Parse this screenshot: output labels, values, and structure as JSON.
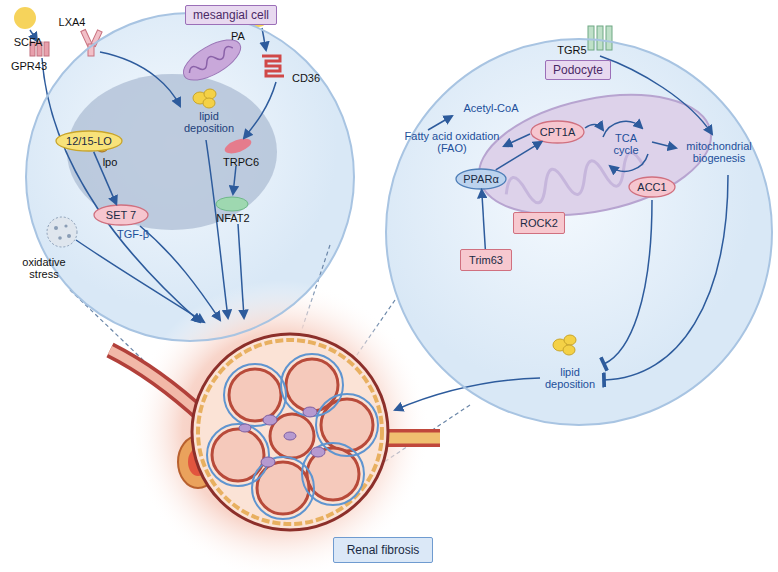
{
  "diagram": {
    "nodes": [
      {
        "text": [
          "mesangial cell"
        ]
      },
      {
        "text": [
          "12/15-LO"
        ],
        "in": 0
      },
      {
        "text": [
          "SET 7"
        ],
        "in": 0
      },
      {
        "text": [
          "Podocyte"
        ]
      },
      {
        "text": [
          "CPT1A"
        ],
        "in": 3
      },
      {
        "text": [
          "ACC1"
        ],
        "in": 3
      },
      {
        "text": [
          "PPARα"
        ],
        "in": 3
      },
      {
        "text": [
          "ROCK2"
        ],
        "in": 3
      },
      {
        "text": [
          "Trim63"
        ],
        "in": 3
      },
      {
        "text": [
          "Renal fibrosis"
        ]
      }
    ],
    "edges": [
      {
        "from": 1,
        "to": 2,
        "arrow": "to"
      },
      {
        "from": 6,
        "to": 4,
        "arrow": "to"
      },
      {
        "from": 8,
        "to": 6,
        "arrow": "to"
      }
    ],
    "labels": [
      "SCFA",
      "GPR43",
      "LXA4",
      "PA",
      "CD36",
      "lipid deposition",
      "lpo",
      "TGF-β",
      "TRPC6",
      "NFAT2",
      "oxidative stress",
      "Acetyl-CoA",
      "Fatty acid oxidation (FAO)",
      "TCA cycle",
      "mitochondrial biogenesis",
      "TGR5",
      "lipid deposition"
    ]
  }
}
